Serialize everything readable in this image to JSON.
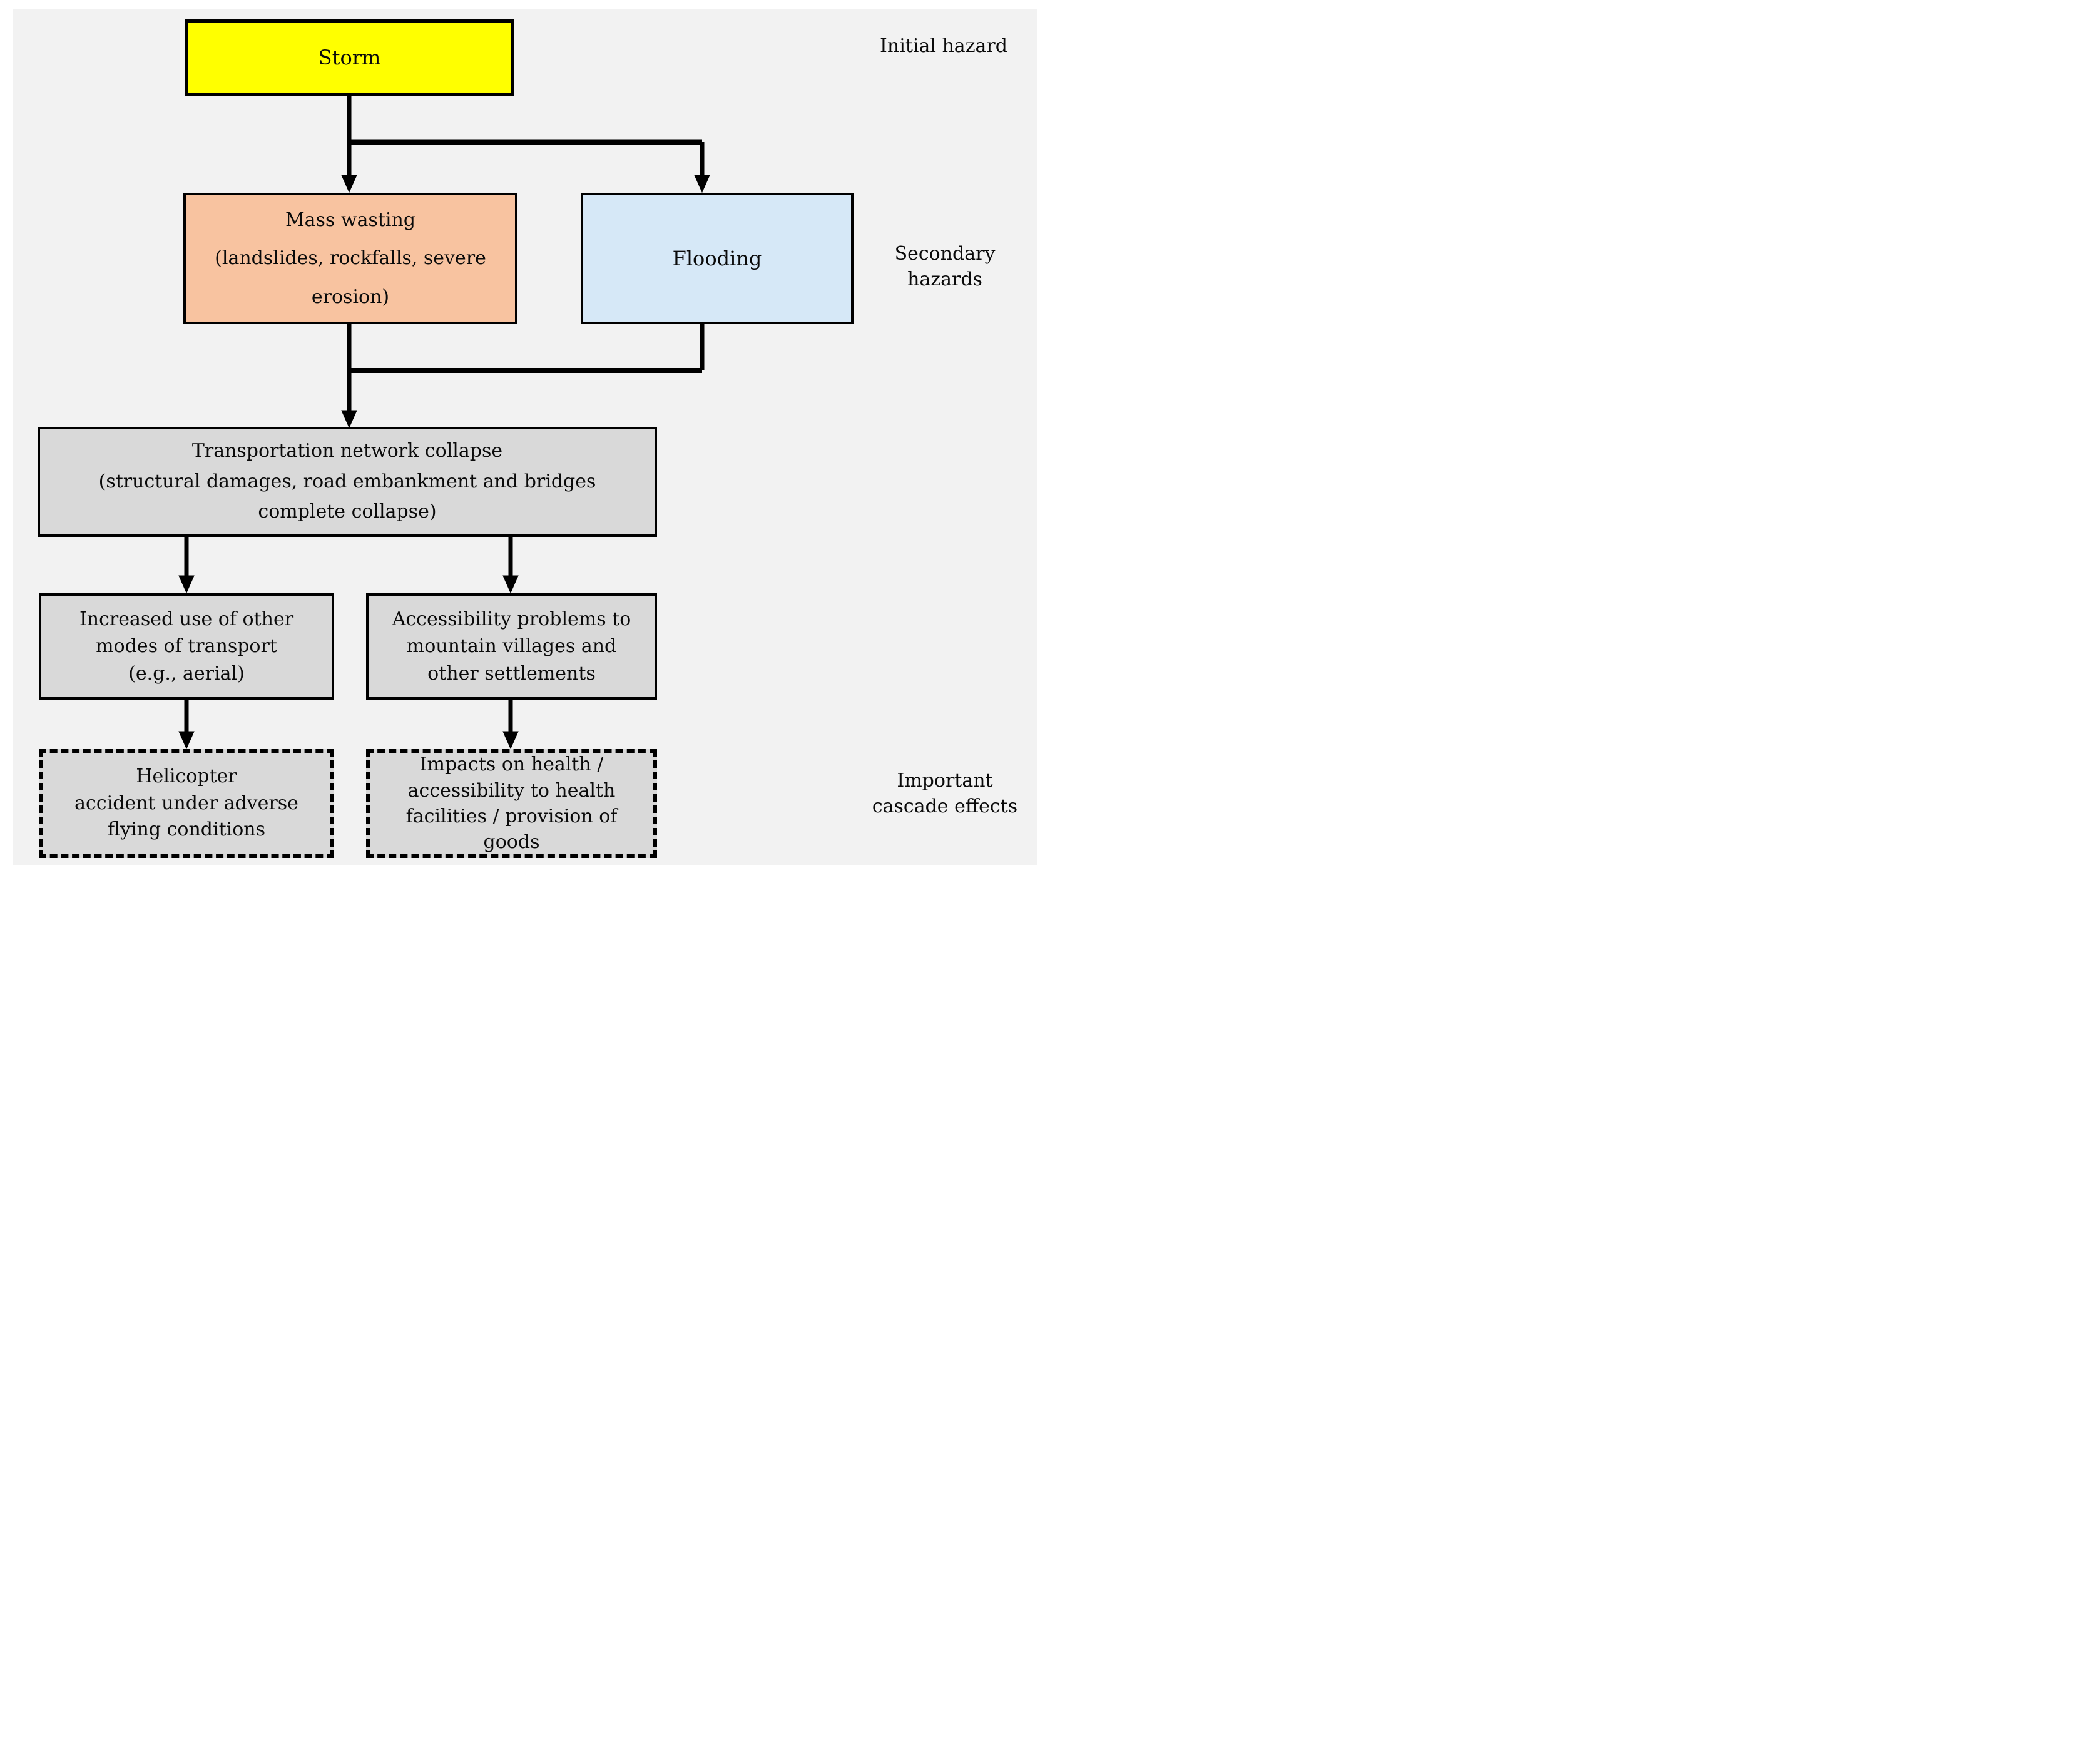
{
  "figure": {
    "type": "flowchart",
    "background": "#f2f2f2",
    "line_color": "#000000",
    "nodes": [
      {
        "id": "storm",
        "label": "Storm",
        "fill": "#ffff00",
        "border_style": "solid"
      },
      {
        "id": "mass-wasting",
        "label": "Mass wasting\n(landslides, rockfalls, severe\nerosion)",
        "fill": "#f8c3a0",
        "border_style": "solid"
      },
      {
        "id": "flooding",
        "label": "Flooding",
        "fill": "#d6e8f7",
        "border_style": "solid"
      },
      {
        "id": "transportation-collapse",
        "label": "Transportation network collapse\n(structural damages, road embankment and bridges\ncomplete collapse)",
        "fill": "#d9d9d9",
        "border_style": "solid"
      },
      {
        "id": "increased-other-transport",
        "label": "Increased use of other\nmodes of transport\n(e.g., aerial)",
        "fill": "#d9d9d9",
        "border_style": "solid"
      },
      {
        "id": "accessibility-problems",
        "label": "Accessibility problems to\nmountain villages and\nother settlements",
        "fill": "#d9d9d9",
        "border_style": "solid"
      },
      {
        "id": "helicopter-accident",
        "label": "Helicopter\naccident under adverse\nflying conditions",
        "fill": "#d9d9d9",
        "border_style": "dashed"
      },
      {
        "id": "health-impacts",
        "label": "Impacts on health /\naccessibility to health\nfacilities / provision of\ngoods",
        "fill": "#d9d9d9",
        "border_style": "dashed"
      }
    ],
    "side_labels": [
      {
        "id": "initial-hazard",
        "text": "Initial hazard"
      },
      {
        "id": "secondary-hazards",
        "text": "Secondary\nhazards"
      },
      {
        "id": "important-cascade-effects",
        "text": "Important\ncascade effects"
      }
    ]
  }
}
